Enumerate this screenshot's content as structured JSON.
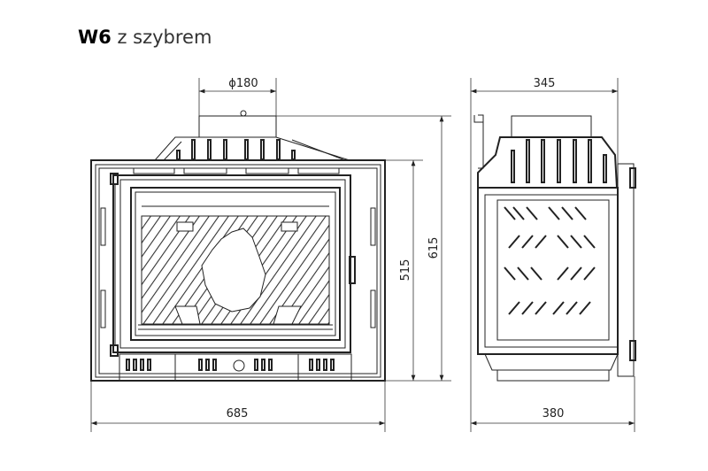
{
  "title": {
    "model": "W6",
    "variant": "z szybrem"
  },
  "dimensions": {
    "flue_diameter": "ϕ180",
    "front_height_body": "515",
    "front_height_total": "615",
    "front_width": "685",
    "side_depth_top": "345",
    "side_depth_bottom": "380"
  }
}
